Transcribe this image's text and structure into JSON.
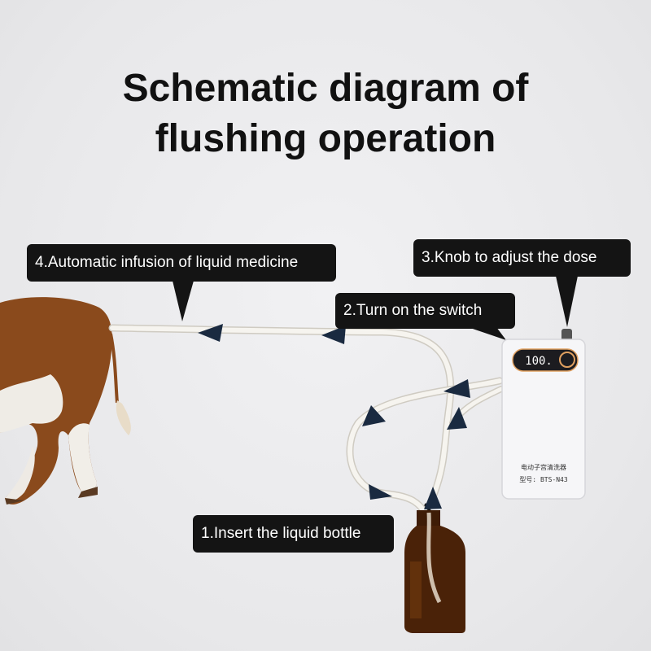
{
  "title": {
    "line1": "Schematic diagram of",
    "line2": "flushing operation"
  },
  "callouts": {
    "step1": "1.Insert the liquid bottle",
    "step2": "2.Turn on the switch",
    "step3": "3.Knob to adjust the dose",
    "step4": "4.Automatic infusion of liquid medicine"
  },
  "device": {
    "display": "100.",
    "label_cn": "电动子宫清洗器",
    "model": "型号: BTS-N43"
  },
  "colors": {
    "callout_bg": "#141414",
    "arrow": "#1a2a40",
    "tube": "#f5f3ee",
    "cow_brown": "#8a4a1c",
    "bottle": "#4a2208",
    "device_body": "#f6f6f8",
    "display_accent": "#e0a060"
  }
}
